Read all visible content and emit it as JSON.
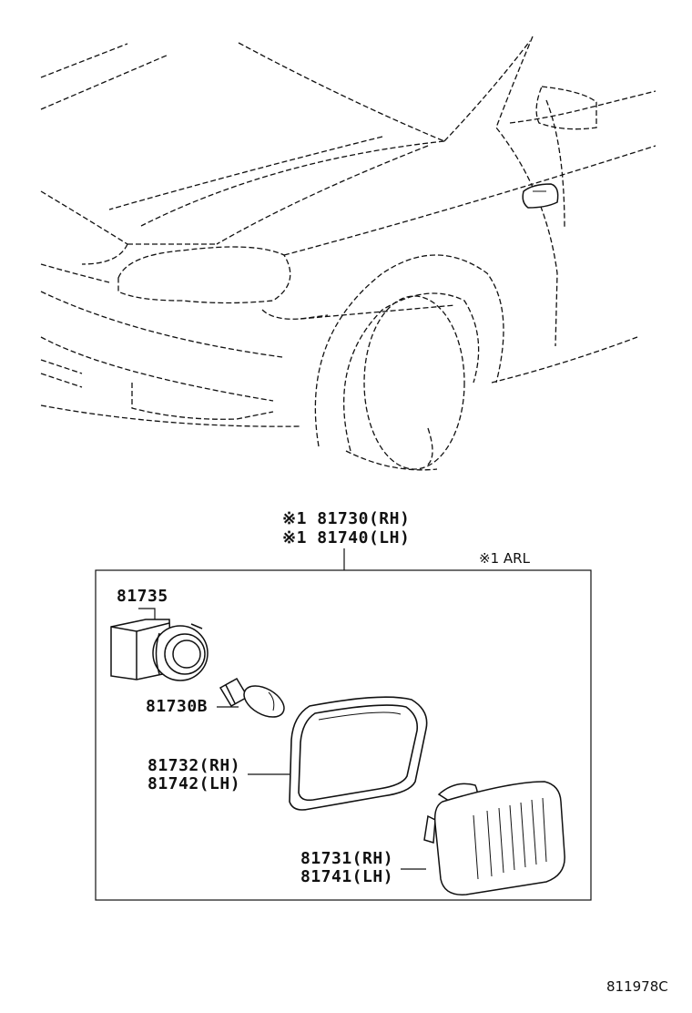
{
  "callouts": {
    "assembly_rh": "※1 81730(RH)",
    "assembly_lh": "※1 81740(LH)",
    "note": "※1 ARL",
    "socket": "81735",
    "bulb": "81730B",
    "gasket_rh": "81732(RH)",
    "gasket_lh": "81742(LH)",
    "lens_rh": "81731(RH)",
    "lens_lh": "81741(LH)"
  },
  "footer": {
    "diagram_code": "811978C"
  },
  "colors": {
    "line": "#111111",
    "background": "#ffffff"
  }
}
